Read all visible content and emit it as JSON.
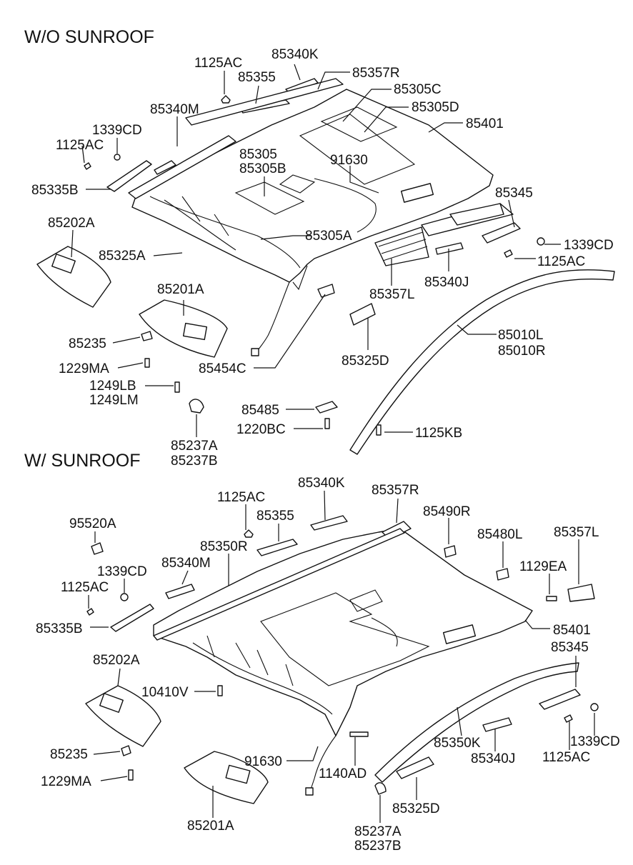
{
  "sections": {
    "top": {
      "title": "W/O SUNROOF"
    },
    "bottom": {
      "title": "W/ SUNROOF"
    }
  },
  "labels": {
    "top": [
      "1125AC",
      "85340K",
      "85355",
      "85357R",
      "85305C",
      "85305D",
      "85340M",
      "85401",
      "1339CD",
      "1125AC",
      "85305",
      "85305B",
      "91630",
      "85335B",
      "85345",
      "85202A",
      "1339CD",
      "85305A",
      "85325A",
      "1125AC",
      "85357L",
      "85340J",
      "85201A",
      "85010L",
      "85010R",
      "85235",
      "85325D",
      "1229MA",
      "85454C",
      "1249LB",
      "1249LM",
      "85485",
      "1220BC",
      "1125KB",
      "85237A",
      "85237B"
    ],
    "bottom": [
      "85340K",
      "85357R",
      "1125AC",
      "85355",
      "85490R",
      "95520A",
      "85350R",
      "85480L",
      "85357L",
      "85340M",
      "1339CD",
      "1129EA",
      "1125AC",
      "85335B",
      "85401",
      "85202A",
      "85345",
      "10410V",
      "1339CD",
      "85350K",
      "85235",
      "91630",
      "1140AD",
      "85340J",
      "1125AC",
      "1229MA",
      "85325D",
      "85201A",
      "85237A",
      "85237B"
    ]
  }
}
